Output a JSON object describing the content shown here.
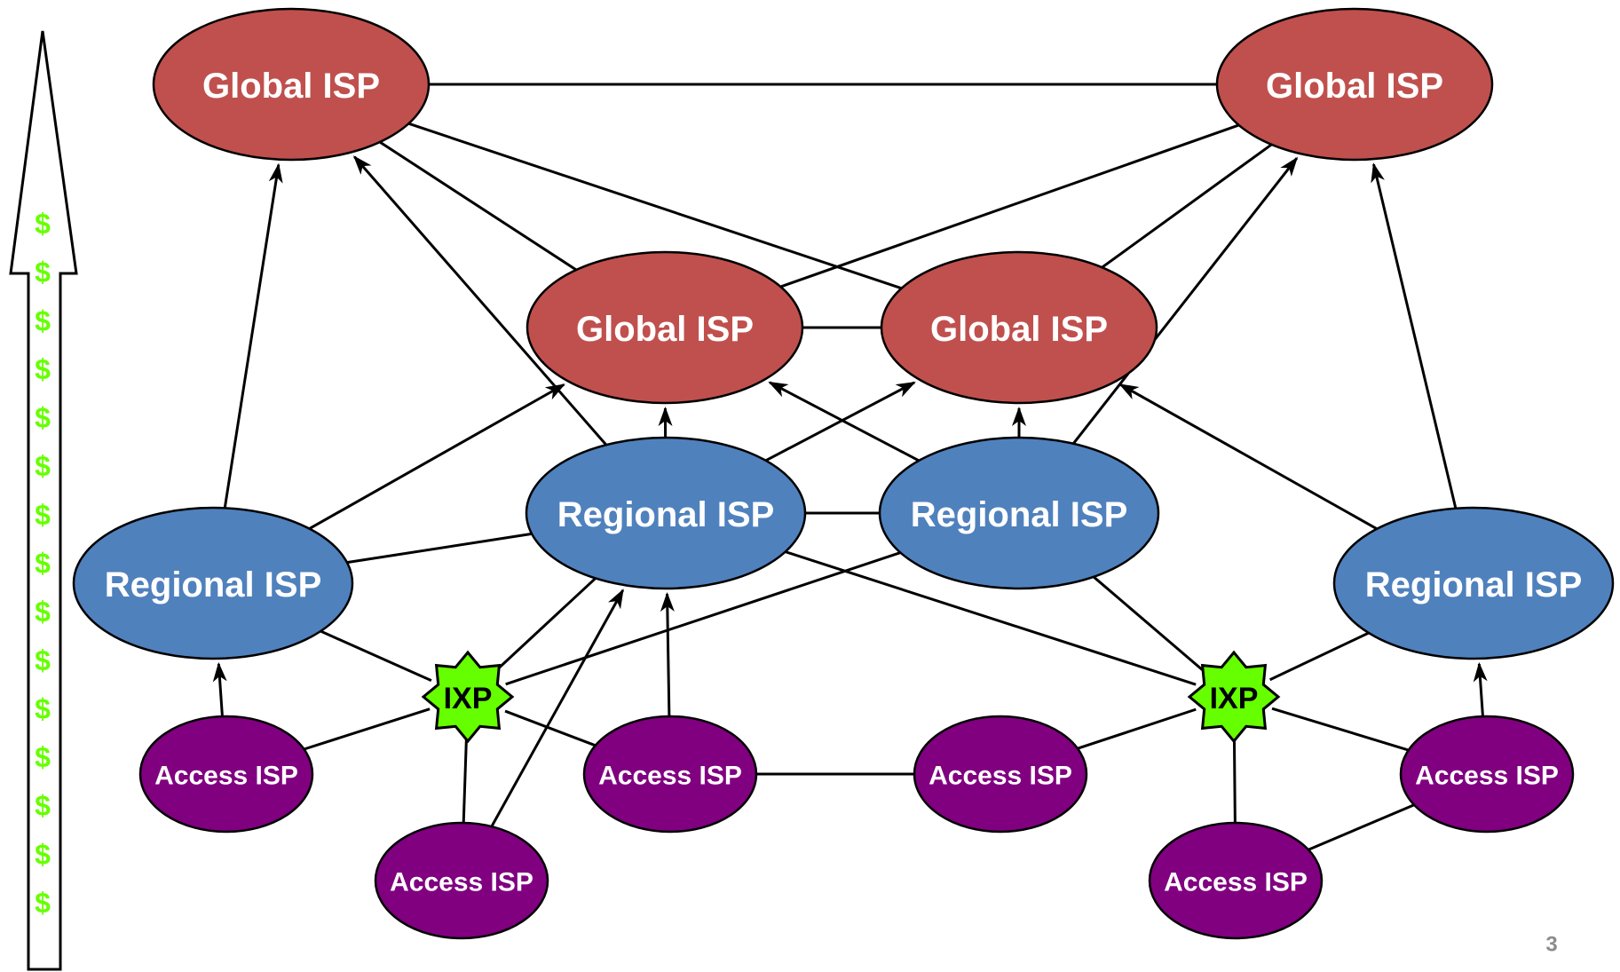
{
  "colors": {
    "global": "#c0504d",
    "regional": "#4f81bd",
    "access": "#800080",
    "ixp": "#66ff00",
    "dollar": "#66ff00",
    "edge": "#000000"
  },
  "labels": {
    "global": "Global ISP",
    "regional": "Regional ISP",
    "access": "Access ISP",
    "ixp": "IXP"
  },
  "money_arrow": {
    "symbol": "$",
    "count": 15
  },
  "page_number": "3",
  "nodes": [
    {
      "id": "g1",
      "kind": "global"
    },
    {
      "id": "g2",
      "kind": "global"
    },
    {
      "id": "g3",
      "kind": "global"
    },
    {
      "id": "g4",
      "kind": "global"
    },
    {
      "id": "r1",
      "kind": "regional"
    },
    {
      "id": "r2",
      "kind": "regional"
    },
    {
      "id": "r3",
      "kind": "regional"
    },
    {
      "id": "r4",
      "kind": "regional"
    },
    {
      "id": "x1",
      "kind": "ixp"
    },
    {
      "id": "x2",
      "kind": "ixp"
    },
    {
      "id": "a1",
      "kind": "access"
    },
    {
      "id": "a2",
      "kind": "access"
    },
    {
      "id": "a3",
      "kind": "access"
    },
    {
      "id": "a4",
      "kind": "access"
    },
    {
      "id": "a5",
      "kind": "access"
    },
    {
      "id": "a6",
      "kind": "access"
    }
  ],
  "edges": [
    {
      "from": "g1",
      "to": "g2",
      "directed": false
    },
    {
      "from": "g1",
      "to": "g3",
      "directed": false
    },
    {
      "from": "g1",
      "to": "g4",
      "directed": false
    },
    {
      "from": "g2",
      "to": "g3",
      "directed": false
    },
    {
      "from": "g2",
      "to": "g4",
      "directed": false
    },
    {
      "from": "g3",
      "to": "g4",
      "directed": false
    },
    {
      "from": "r1",
      "to": "g1",
      "directed": true
    },
    {
      "from": "r1",
      "to": "g3",
      "directed": true
    },
    {
      "from": "r1",
      "to": "r2",
      "directed": false
    },
    {
      "from": "r1",
      "to": "x1",
      "directed": false
    },
    {
      "from": "r2",
      "to": "g1",
      "directed": true
    },
    {
      "from": "r2",
      "to": "g3",
      "directed": true
    },
    {
      "from": "r2",
      "to": "g4",
      "directed": true
    },
    {
      "from": "r2",
      "to": "r3",
      "directed": false
    },
    {
      "from": "r2",
      "to": "x1",
      "directed": false
    },
    {
      "from": "r2",
      "to": "x2",
      "directed": false
    },
    {
      "from": "r3",
      "to": "g3",
      "directed": true
    },
    {
      "from": "r3",
      "to": "g4",
      "directed": true
    },
    {
      "from": "r3",
      "to": "g2",
      "directed": true
    },
    {
      "from": "r3",
      "to": "x1",
      "directed": false
    },
    {
      "from": "r3",
      "to": "x2",
      "directed": false
    },
    {
      "from": "r4",
      "to": "g2",
      "directed": true
    },
    {
      "from": "r4",
      "to": "g4",
      "directed": true
    },
    {
      "from": "r4",
      "to": "x2",
      "directed": false
    },
    {
      "from": "a1",
      "to": "r1",
      "directed": true
    },
    {
      "from": "a1",
      "to": "x1",
      "directed": false
    },
    {
      "from": "a2",
      "to": "x1",
      "directed": false
    },
    {
      "from": "a2",
      "to": "r2",
      "directed": true
    },
    {
      "from": "a3",
      "to": "r2",
      "directed": true
    },
    {
      "from": "a3",
      "to": "x1",
      "directed": false
    },
    {
      "from": "a3",
      "to": "a4",
      "directed": false
    },
    {
      "from": "a4",
      "to": "x2",
      "directed": false
    },
    {
      "from": "a5",
      "to": "x2",
      "directed": false
    },
    {
      "from": "a5",
      "to": "a6",
      "directed": false
    },
    {
      "from": "a6",
      "to": "x2",
      "directed": false
    },
    {
      "from": "a6",
      "to": "r4",
      "directed": true
    }
  ]
}
